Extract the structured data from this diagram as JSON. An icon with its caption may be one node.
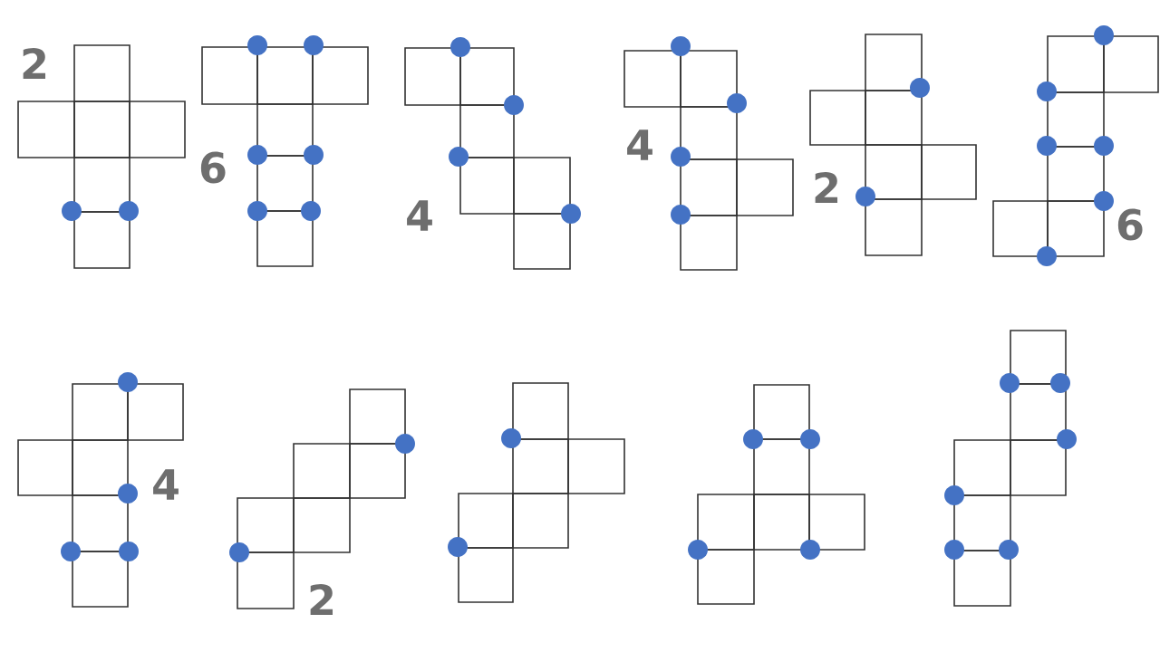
{
  "diagram": {
    "labels": [
      "2",
      "6",
      "4",
      "4",
      "2",
      "6",
      "4",
      "2"
    ]
  }
}
